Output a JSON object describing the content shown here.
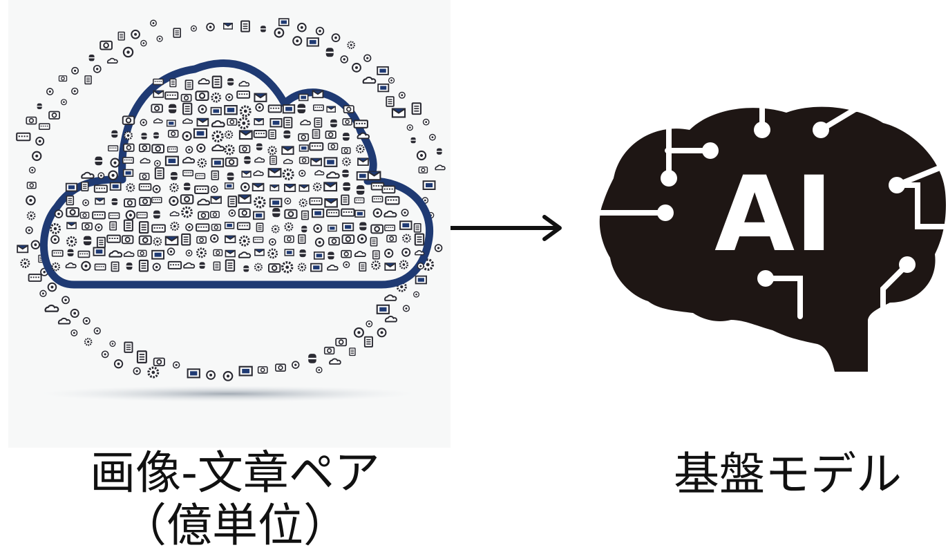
{
  "diagram": {
    "left": {
      "label_line1": "画像-文章ペア",
      "label_line2": "（億単位）"
    },
    "right": {
      "label": "基盤モデル",
      "badge_text": "AI"
    },
    "colors": {
      "cloud_outline": "#1f3a73",
      "icon_fill": "#ffffff",
      "icon_stroke": "#2b2b33",
      "icon_accent": "#1f3a73",
      "brain": "#1e1614",
      "arrow": "#111111"
    },
    "icons": [
      "camera-icon",
      "document-icon",
      "envelope-icon",
      "cloud-icon",
      "database-icon",
      "gear-icon",
      "keyboard-icon",
      "film-icon",
      "dot-icon"
    ]
  }
}
